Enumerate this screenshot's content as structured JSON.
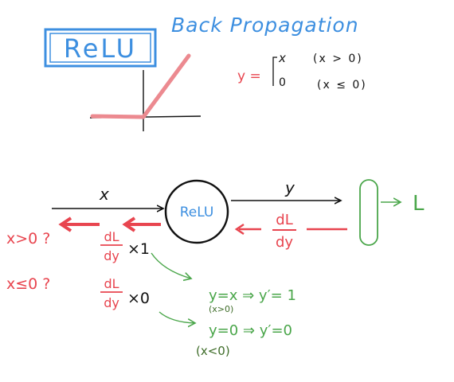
{
  "title": "Back Propagation",
  "relu_box_label": "ReLU",
  "definition": {
    "lhs": "y =",
    "case1_value": "x",
    "case1_cond": "(x > 0)",
    "case2_value": "0",
    "case2_cond": "(x ≤ 0)"
  },
  "forward": {
    "input_label": "x",
    "node_label": "ReLU",
    "output_label": "y",
    "loss_label": "L"
  },
  "backward": {
    "incoming_num": "dL",
    "incoming_den": "dy",
    "case_pos": {
      "condition": "x>0 ?",
      "num": "dL",
      "den": "dy",
      "factor": "×1"
    },
    "case_neg": {
      "condition": "x≤0 ?",
      "num": "dL",
      "den": "dy",
      "factor": "×0"
    }
  },
  "derivation": {
    "pos_line": "y=x ⇒ y′= 1",
    "pos_cond": "(x>0)",
    "neg_line": "y=0 ⇒ y′=0",
    "neg_cond": "(x<0)"
  },
  "colors": {
    "blue": "#3d8fe0",
    "red": "#e8454f",
    "green": "#4aa64a",
    "dark_green": "#3f6d2a",
    "black": "#111111"
  }
}
